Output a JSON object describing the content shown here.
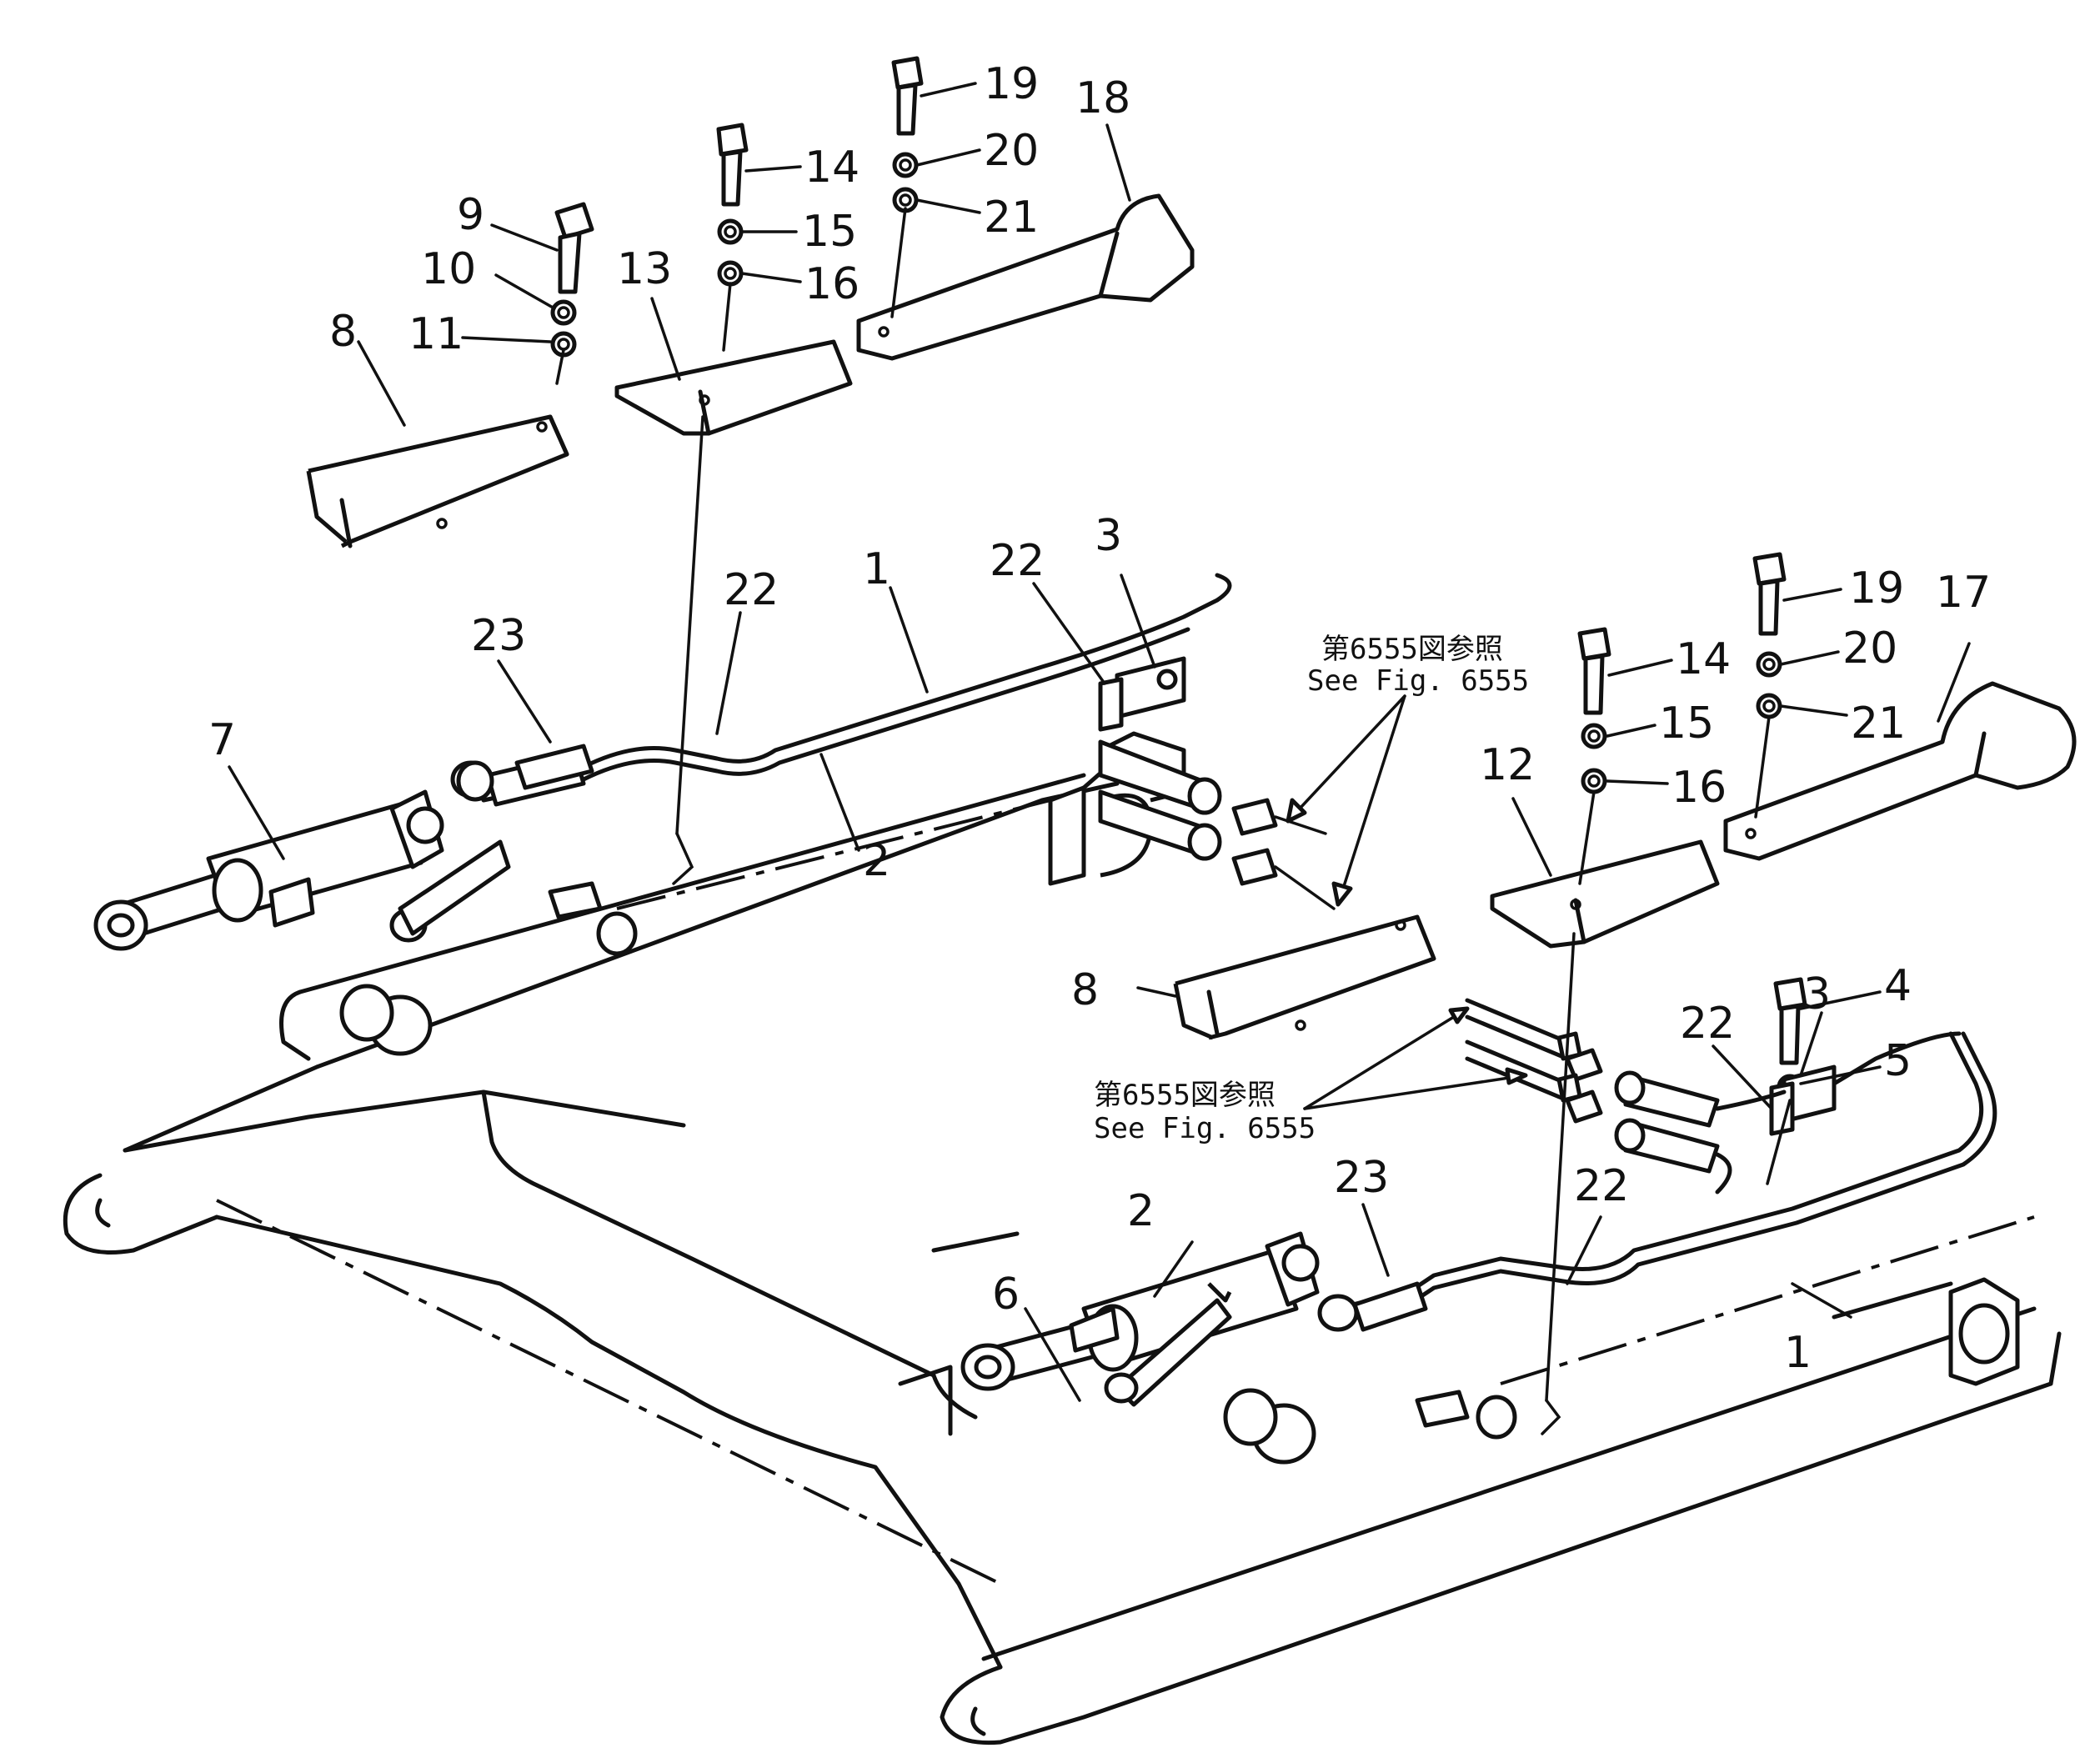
{
  "callouts": [
    "1",
    "2",
    "3",
    "4",
    "5",
    "6",
    "7",
    "8",
    "9",
    "10",
    "11",
    "12",
    "13",
    "14",
    "15",
    "16",
    "17",
    "18",
    "19",
    "20",
    "21",
    "22",
    "23"
  ],
  "reference_note": {
    "jp": "第6555図参照",
    "en": "See Fig. 6555"
  }
}
